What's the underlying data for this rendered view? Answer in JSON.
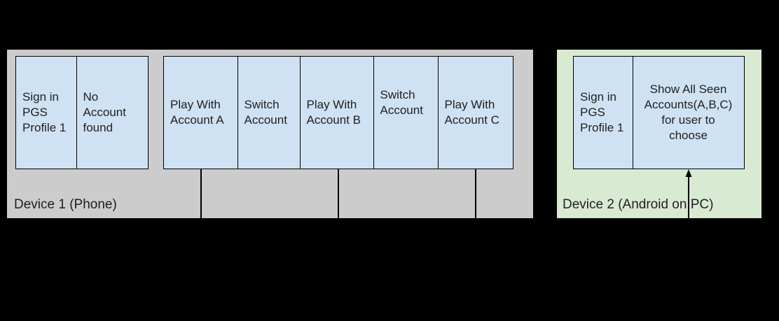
{
  "colors": {
    "background": "#000000",
    "device1_bg": "#cccccc",
    "device2_bg": "#d9ead3",
    "node_bg": "#cfe2f3",
    "border": "#000000",
    "text": "#212121"
  },
  "device1": {
    "label": "Device 1 (Phone)",
    "boxes": [
      {
        "id": "sign-in-pgs-profile-1",
        "text": "Sign in\nPGS\nProfile 1"
      },
      {
        "id": "no-account-found",
        "text": "No\nAccount\nfound"
      },
      {
        "id": "play-with-account-a",
        "text": "Play With\nAccount A"
      },
      {
        "id": "switch-account-1",
        "text": "Switch\nAccount"
      },
      {
        "id": "play-with-account-b",
        "text": "Play With\nAccount B"
      },
      {
        "id": "switch-account-2",
        "text": "Switch\nAccount"
      },
      {
        "id": "play-with-account-c",
        "text": "Play With\nAccount C"
      }
    ],
    "connectors": [
      "below-play-with-account-a",
      "below-play-with-account-b",
      "below-play-with-account-c"
    ]
  },
  "device2": {
    "label": "Device 2 (Android on PC)",
    "boxes": [
      {
        "id": "sign-in-pgs-profile-1",
        "text": "Sign in\nPGS\nProfile 1"
      },
      {
        "id": "show-all-seen-accounts",
        "text": "Show All Seen\nAccounts(A,B,C)\nfor user to\nchoose"
      }
    ],
    "arrow": "up-arrow-into-show-all-seen-accounts"
  }
}
